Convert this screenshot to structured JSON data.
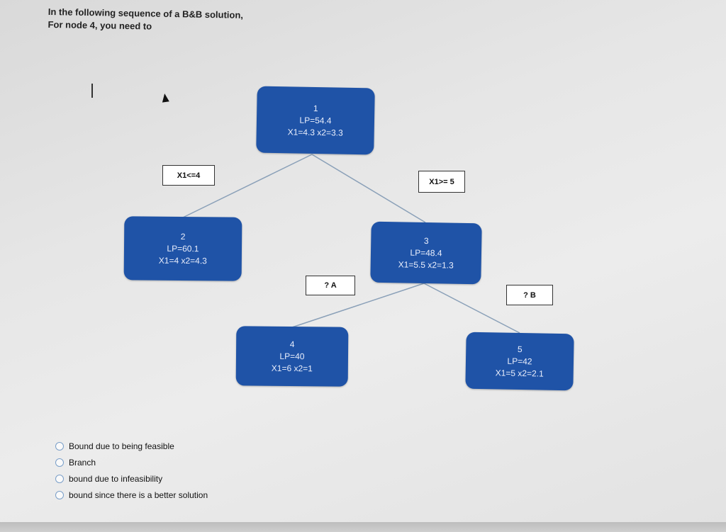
{
  "question": {
    "line1": "In the following sequence of a B&B solution,",
    "line2": "For node 4, you need to"
  },
  "nodes": [
    {
      "id": "1",
      "lp": "LP=54.4",
      "x": "X1=4.3 x2=3.3"
    },
    {
      "id": "2",
      "lp": "LP=60.1",
      "x": "X1=4 x2=4.3"
    },
    {
      "id": "3",
      "lp": "LP=48.4",
      "x": "X1=5.5 x2=1.3"
    },
    {
      "id": "4",
      "lp": "LP=40",
      "x": "X1=6 x2=1"
    },
    {
      "id": "5",
      "lp": "LP=42",
      "x": "X1=5 x2=2.1"
    }
  ],
  "branch_labels": {
    "left": "X1<=4",
    "right": "X1>= 5",
    "a": "? A",
    "b": "? B"
  },
  "options": [
    "Bound due to being feasible",
    "Branch",
    "bound due to infeasibility",
    "bound since there is a better solution"
  ],
  "colors": {
    "node_fill": "#1f53a7",
    "edge": "#8aa0b8"
  }
}
